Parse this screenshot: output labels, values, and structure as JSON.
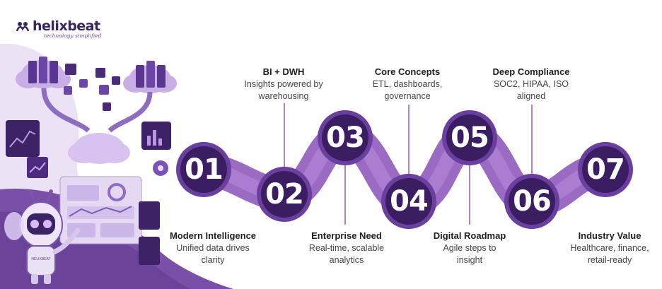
{
  "brand": {
    "name": "helixbeat",
    "tagline": "technology simplified"
  },
  "colors": {
    "circle_fill": "#3b1d62",
    "circle_ring": "#6b3fa0",
    "band": "#9b6bc4",
    "band_light": "#d9c6ee",
    "connector": "#8a5db8"
  },
  "steps": [
    {
      "number": "01",
      "title": "Modern Intelligence",
      "desc": "Unified data drives clarity"
    },
    {
      "number": "02",
      "title": "BI + DWH",
      "desc": "Insights powered by warehousing"
    },
    {
      "number": "03",
      "title": "Enterprise Need",
      "desc": "Real-time, scalable analytics"
    },
    {
      "number": "04",
      "title": "Core Concepts",
      "desc": "ETL, dashboards, governance"
    },
    {
      "number": "05",
      "title": "Digital Roadmap",
      "desc": "Agile steps to insight"
    },
    {
      "number": "06",
      "title": "Deep Compliance",
      "desc": "SOC2, HIPAA, ISO aligned"
    },
    {
      "number": "07",
      "title": "Industry Value",
      "desc": "Healthcare, finance, retail-ready"
    }
  ],
  "illustration": {
    "robot_badge": "HELIXBEAT"
  }
}
